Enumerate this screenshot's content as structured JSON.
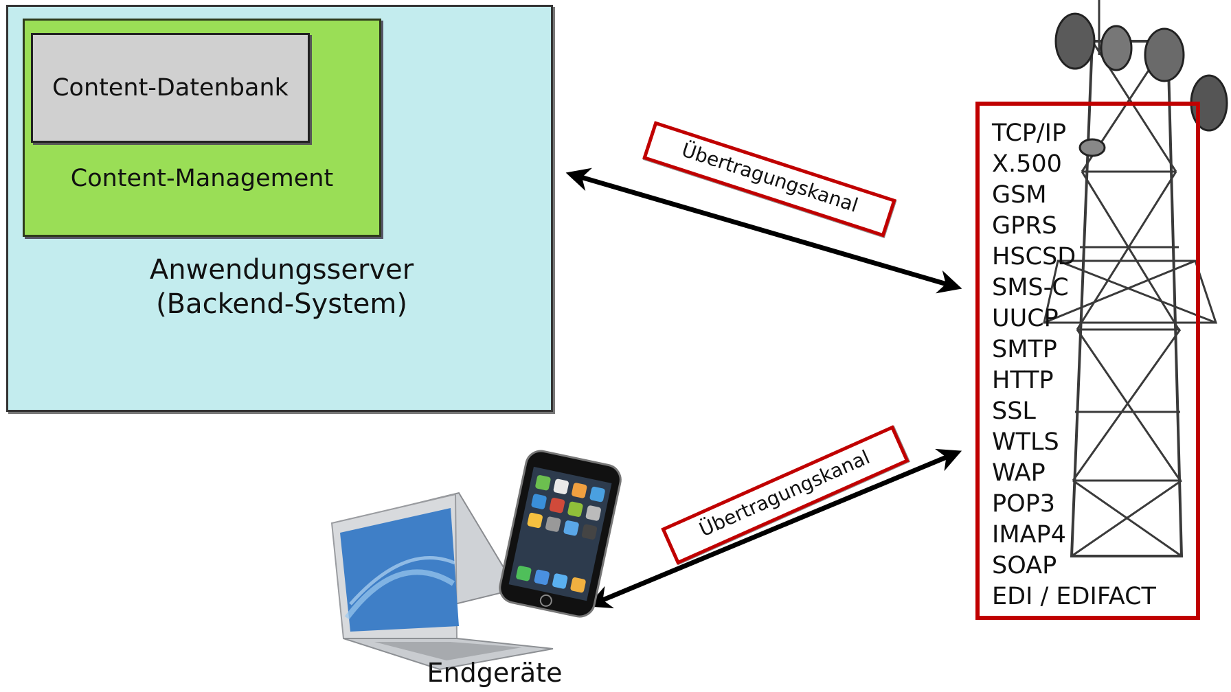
{
  "server": {
    "database_label": "Content-Datenbank",
    "cms_label": "Content-Management",
    "title_line1": "Anwendungsserver",
    "title_line2": "(Backend-System)"
  },
  "channels": {
    "upper": "Übertragungskanal",
    "lower": "Übertragungskanal"
  },
  "protocols": [
    "TCP/IP",
    "X.500",
    "GSM",
    "GPRS",
    "HSCSD",
    "SMS-C",
    "UUCP",
    "SMTP",
    "HTTP",
    "SSL",
    "WTLS",
    "WAP",
    "POP3",
    "IMAP4",
    "SOAP",
    "EDI / EDIFACT"
  ],
  "devices": {
    "label": "Endgeräte"
  },
  "colors": {
    "server_bg": "#c3ecee",
    "cms_bg": "#9ade56",
    "db_bg": "#d0d0d0",
    "frame_red": "#c00000"
  }
}
